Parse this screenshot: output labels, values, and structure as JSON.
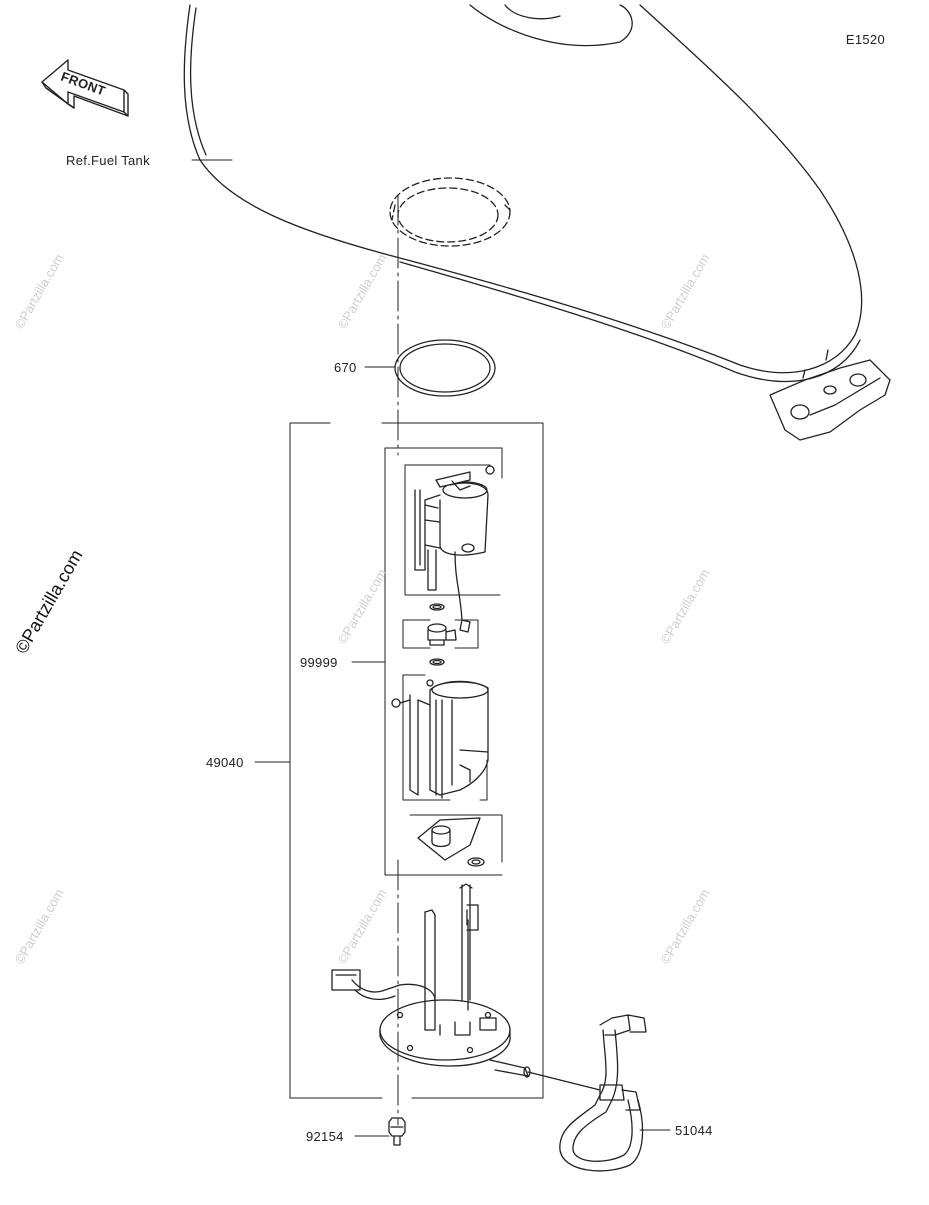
{
  "diagram": {
    "code": "E1520",
    "front_label": "FRONT",
    "ref_label": "Ref.Fuel Tank",
    "parts": [
      {
        "id": "gasket",
        "number": "670"
      },
      {
        "id": "pump-kit",
        "number": "99999"
      },
      {
        "id": "pump-assembly",
        "number": "49040"
      },
      {
        "id": "bolt",
        "number": "92154"
      },
      {
        "id": "fuel-hose",
        "number": "51044"
      }
    ]
  },
  "watermark": {
    "text": "©Partzilla.com",
    "strong_text": "©Partzilla.com"
  },
  "colors": {
    "line": "#222222",
    "background": "#ffffff",
    "watermark": "#cfcfcf"
  }
}
